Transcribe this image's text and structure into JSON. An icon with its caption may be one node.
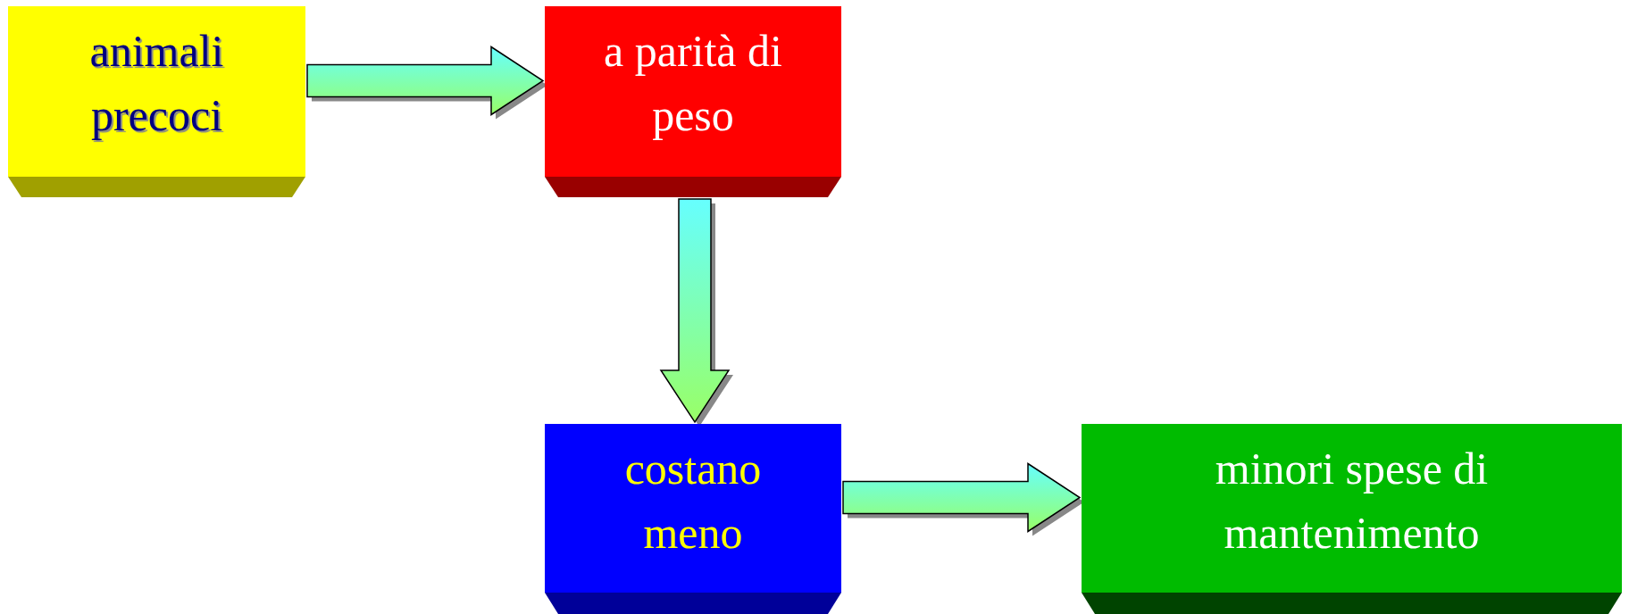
{
  "diagram": {
    "nodes": [
      {
        "text": [
          "animali precoci"
        ]
      },
      {
        "text": [
          "a parità di peso"
        ]
      },
      {
        "text": [
          "costano meno"
        ]
      },
      {
        "text": [
          "minori spese di mantenimento"
        ]
      }
    ],
    "edges": [
      {
        "from": 0,
        "to": 1,
        "arrow": "to"
      },
      {
        "from": 1,
        "to": 2,
        "arrow": "to"
      },
      {
        "from": 2,
        "to": 3,
        "arrow": "to"
      }
    ]
  }
}
